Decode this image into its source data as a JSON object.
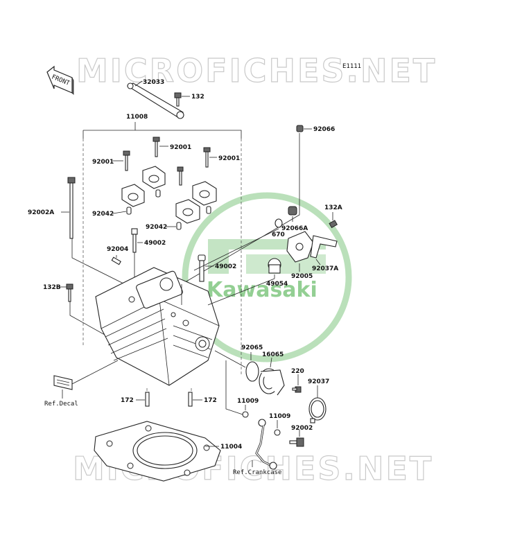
{
  "watermark": {
    "text": "MICROFICHES.NET",
    "color": "#c9c9c9"
  },
  "brand": {
    "logo_text": "Kawasaki",
    "logo_color": "#3aa73a"
  },
  "diagram": {
    "code": "E1111",
    "front_label": "FRONT",
    "labels": {
      "p32033": "32033",
      "p132_top": "132",
      "p11008": "11008",
      "p92066": "92066",
      "p92001_a": "92001",
      "p92001_b": "92001",
      "p92001_c": "92001",
      "p92002A": "92002A",
      "p92042_a": "92042",
      "p92042_b": "92042",
      "p132A": "132A",
      "p92066A": "92066A",
      "p670": "670",
      "p49002_a": "49002",
      "p49002_b": "49002",
      "p92004": "92004",
      "p92037A": "92037A",
      "p92005": "92005",
      "p49054": "49054",
      "p132B": "132B",
      "p92065": "92065",
      "p16065": "16065",
      "p220": "220",
      "p92037": "92037",
      "ref_decal": "Ref.Decal",
      "p172_a": "172",
      "p172_b": "172",
      "p11009_a": "11009",
      "p11009_b": "11009",
      "p92002": "92002",
      "p11004": "11004",
      "ref_crankcase": "Ref.Crankcase"
    }
  }
}
